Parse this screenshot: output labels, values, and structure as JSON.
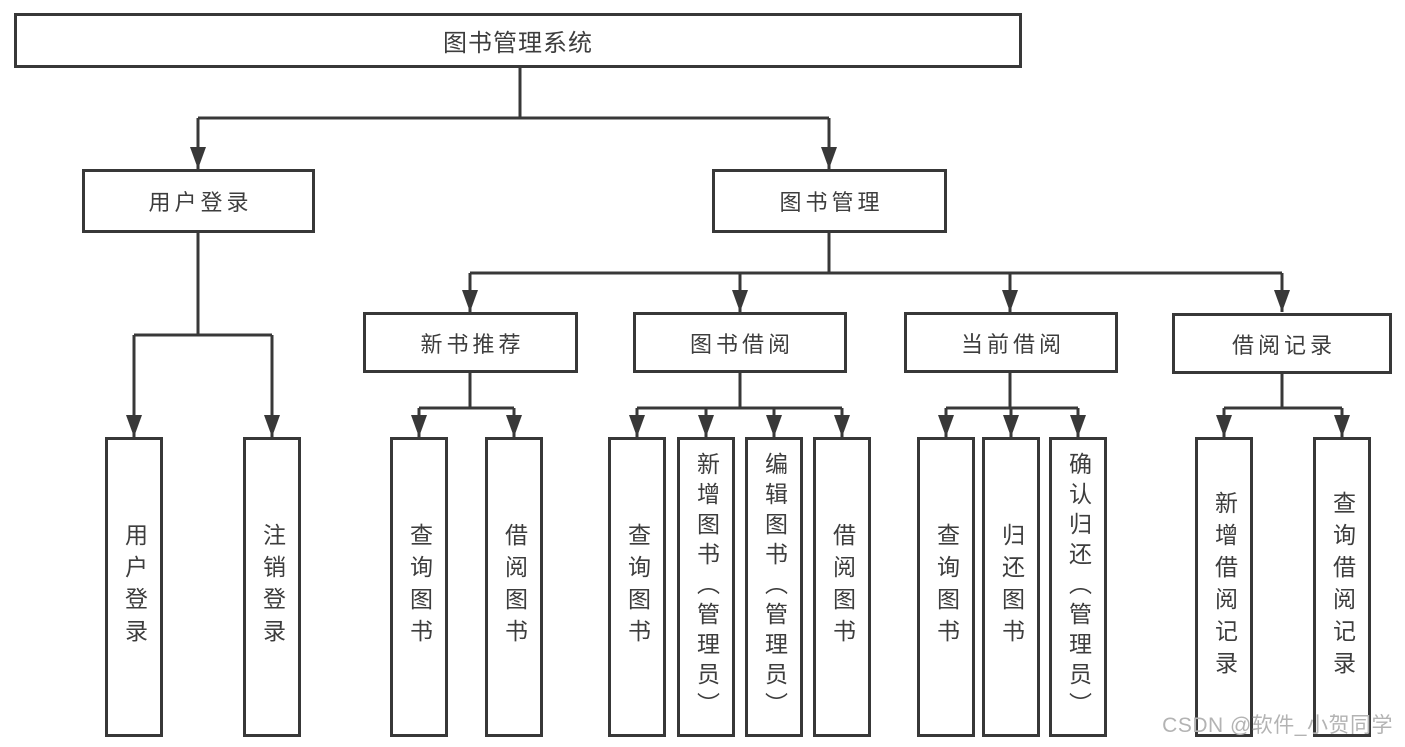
{
  "colors": {
    "line": "#383838",
    "box_border": "#383838",
    "text": "#3d3d3d",
    "watermark": "#b3b3b3",
    "background": "#ffffff"
  },
  "diagram": {
    "title": "图书管理系统",
    "branches": [
      {
        "label": "用户登录",
        "leaves": [
          "用户登录",
          "注销登录"
        ]
      },
      {
        "label": "图书管理",
        "groups": [
          {
            "label": "新书推荐",
            "leaves": [
              "查询图书",
              "借阅图书"
            ]
          },
          {
            "label": "图书借阅",
            "leaves": [
              "查询图书",
              "新增图书（管理员）",
              "编辑图书（管理员）",
              "借阅图书"
            ]
          },
          {
            "label": "当前借阅",
            "leaves": [
              "查询图书",
              "归还图书",
              "确认归还（管理员）"
            ]
          },
          {
            "label": "借阅记录",
            "leaves": [
              "新增借阅记录",
              "查询借阅记录"
            ]
          }
        ]
      }
    ]
  },
  "watermark": {
    "text": "CSDN @软件_小贺同学"
  }
}
